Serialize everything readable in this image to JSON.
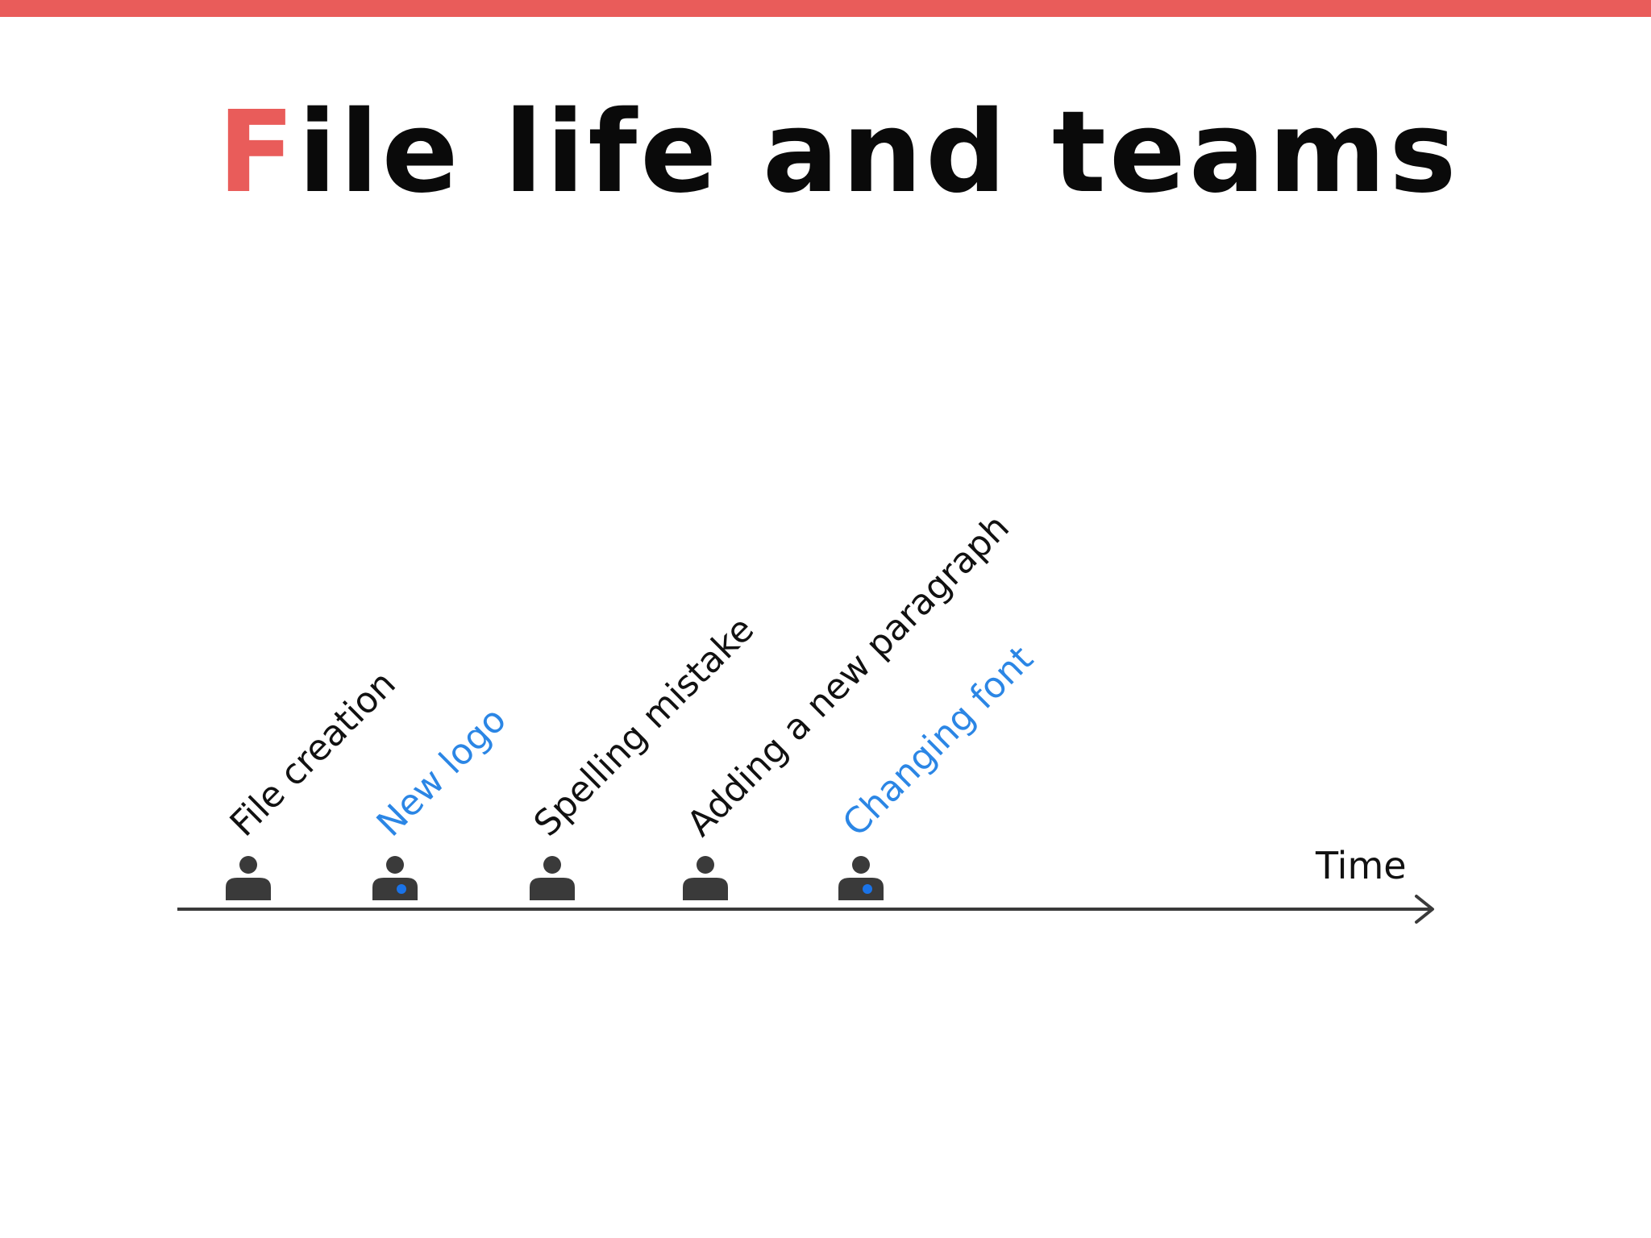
{
  "slide": {
    "accent_color": "#e95c5a",
    "title_initial": "F",
    "title_rest": "ile life and teams"
  },
  "timeline": {
    "axis_label": "Time",
    "axis_color": "#3a3a3a",
    "person_color": "#3a3a3a",
    "badge_color": "#1a73e8",
    "events": [
      {
        "label": "File creation",
        "color": "#111111",
        "badge": false,
        "icon": "person-icon"
      },
      {
        "label": "New logo",
        "color": "#2b86e5",
        "badge": true,
        "icon": "person-icon"
      },
      {
        "label": "Spelling mistake",
        "color": "#111111",
        "badge": false,
        "icon": "person-icon"
      },
      {
        "label": "Adding a new paragraph",
        "color": "#111111",
        "badge": false,
        "icon": "person-icon"
      },
      {
        "label": "Changing font",
        "color": "#2b86e5",
        "badge": true,
        "icon": "person-icon"
      }
    ]
  }
}
